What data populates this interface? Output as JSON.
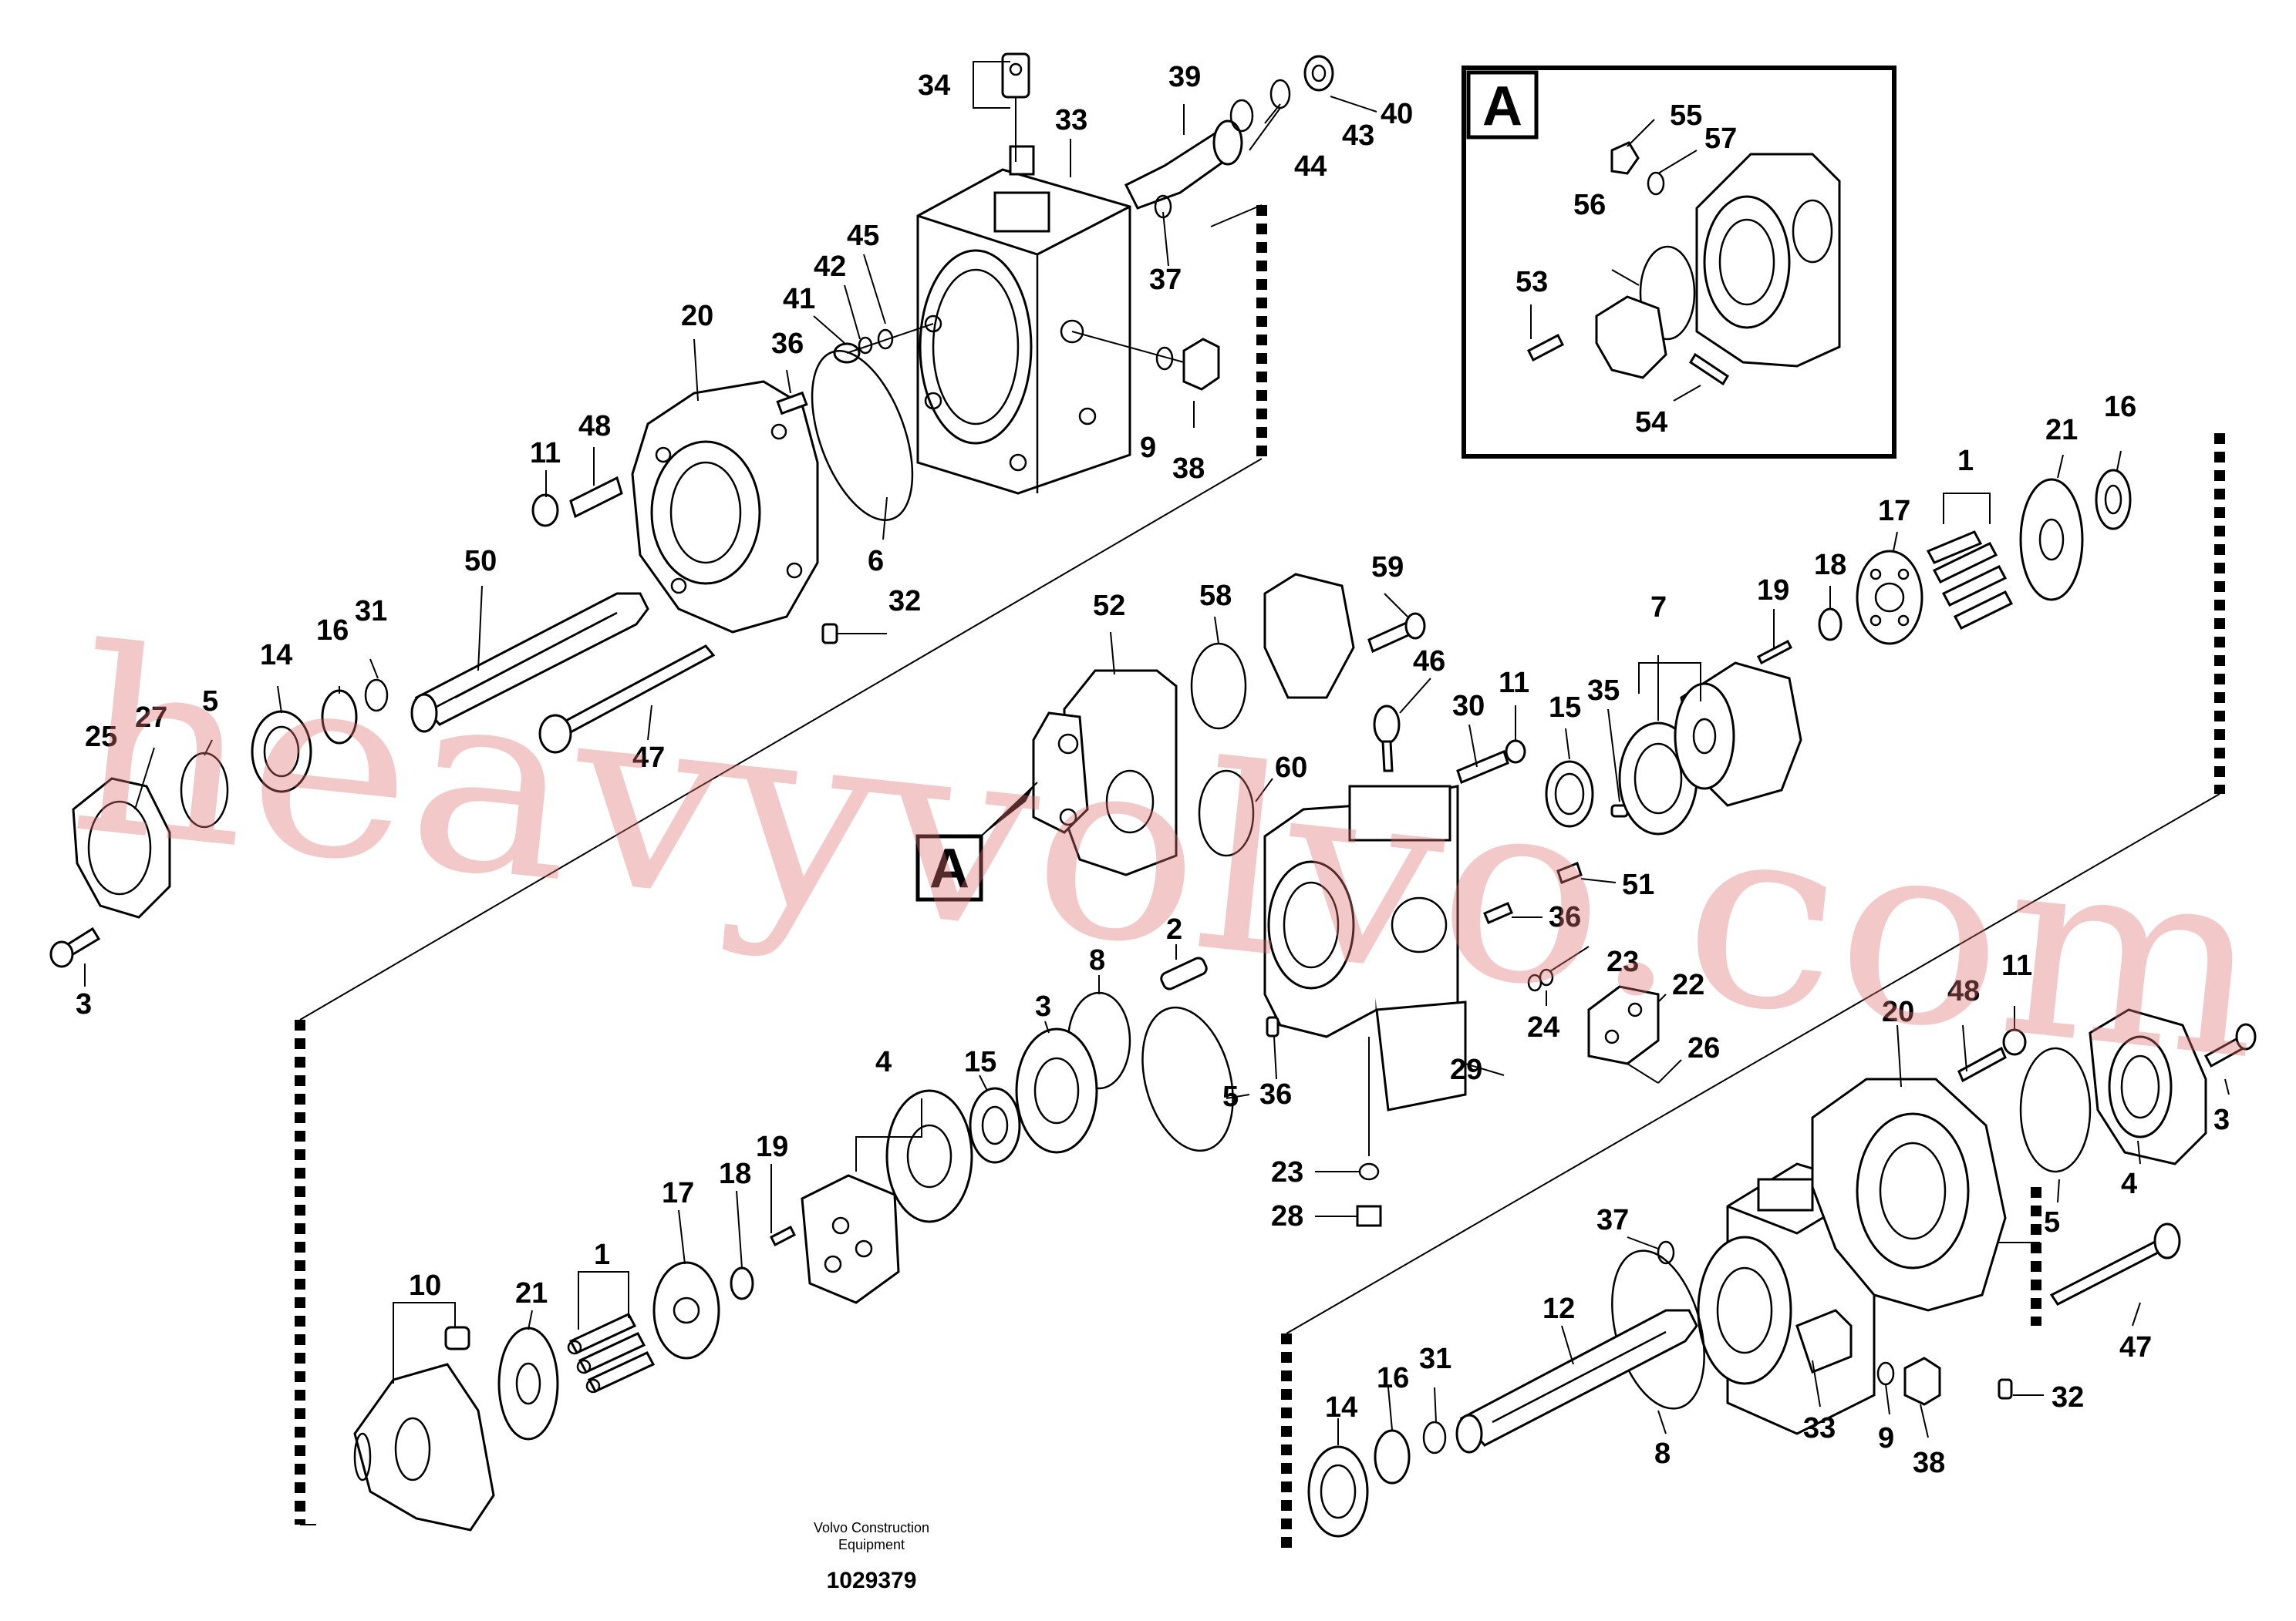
{
  "detail_label": "A",
  "callout_tag_label": "A",
  "footer": {
    "maker_line1": "Volvo Construction",
    "maker_line2": "Equipment",
    "drawing_number": "1029379"
  },
  "watermark": "heavyvolvo.com",
  "callouts": [
    "34",
    "33",
    "39",
    "40",
    "43",
    "44",
    "45",
    "42",
    "41",
    "36",
    "20",
    "48",
    "11",
    "37",
    "9",
    "38",
    "6",
    "32",
    "50",
    "31",
    "16",
    "14",
    "5",
    "27",
    "25",
    "3",
    "47",
    "52",
    "58",
    "59",
    "46",
    "30",
    "11",
    "15",
    "35",
    "7",
    "19",
    "18",
    "17",
    "1",
    "21",
    "16",
    "60",
    "51",
    "36",
    "23",
    "22",
    "24",
    "26",
    "29",
    "8",
    "2",
    "3",
    "4",
    "15",
    "5",
    "36",
    "23",
    "28",
    "20",
    "48",
    "11",
    "3",
    "4",
    "5",
    "37",
    "12",
    "47",
    "32",
    "33",
    "9",
    "38",
    "8",
    "14",
    "16",
    "31",
    "10",
    "21",
    "1",
    "17",
    "18",
    "19",
    "55",
    "57",
    "56",
    "53",
    "54"
  ]
}
